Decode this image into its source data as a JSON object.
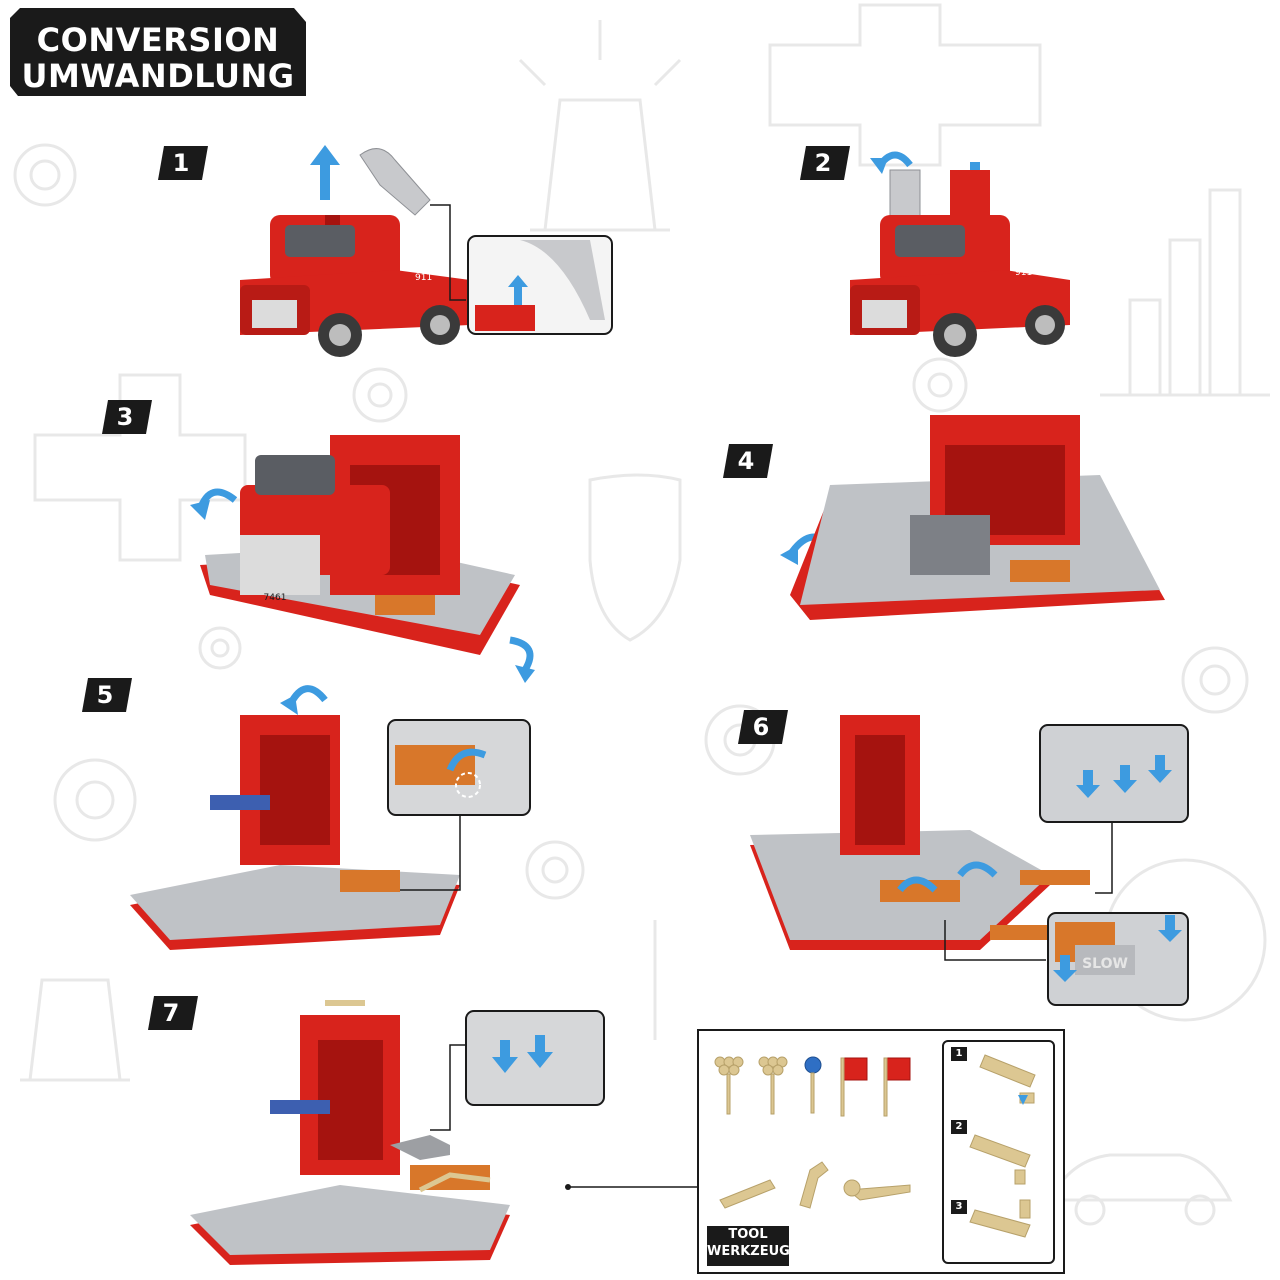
{
  "title": {
    "line1": "CONVERSION",
    "line2": "UMWANDLUNG"
  },
  "steps": [
    "1",
    "2",
    "3",
    "4",
    "5",
    "6",
    "7"
  ],
  "truck_labels": {
    "badge": "911",
    "plate": "7461"
  },
  "inset_step6_sign": "SLOW",
  "tool_box": {
    "label_line1": "TOOL",
    "label_line2": "WERKZEUG",
    "sub_steps": [
      "1",
      "2",
      "3"
    ]
  },
  "colors": {
    "truck_red": "#d8231c",
    "dark_red": "#a5130f",
    "platform_gray": "#bfc2c6",
    "ramp_orange": "#d8772a",
    "arrow_blue": "#3d9be0",
    "tool_tan": "#dcc792",
    "badge_black": "#1a1a1a",
    "bg_outline": "#e6e6e6"
  },
  "icons": [
    "rotate-arrow-icon",
    "down-arrow-icon",
    "up-arrow-icon",
    "gear-icon",
    "siren-icon",
    "cross-icon",
    "shield-icon"
  ]
}
